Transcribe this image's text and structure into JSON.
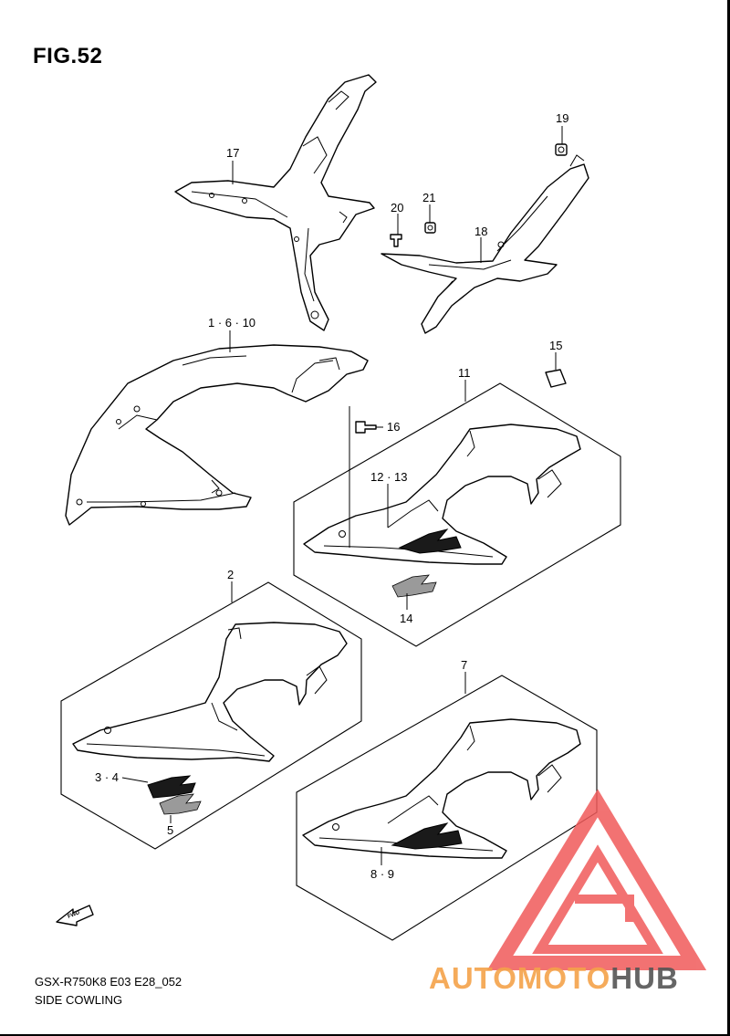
{
  "figure": {
    "title": "FIG.52",
    "model_code": "GSX-R750K8 E03 E28_052",
    "section_name": "SIDE COWLING"
  },
  "callouts": {
    "c17": "17",
    "c19": "19",
    "c20": "20",
    "c21": "21",
    "c18": "18",
    "c1_6_10": "1 · 6 · 10",
    "c15": "15",
    "c11": "11",
    "c16": "16",
    "c12_13": "12 · 13",
    "c14": "14",
    "c2": "2",
    "c3_4": "3 · 4",
    "c5": "5",
    "c7": "7",
    "c8_9": "8 · 9"
  },
  "direction_marker": {
    "label": "FWD",
    "icon": "forward-arrow-icon"
  },
  "watermark": {
    "brand_part_a": "AUTOMOTO",
    "brand_part_b": "HUB",
    "logo_icon": "triangle-a-logo-icon",
    "color_primary": "#f05a5a",
    "color_secondary": "#f7b733",
    "color_dark": "#555555"
  }
}
